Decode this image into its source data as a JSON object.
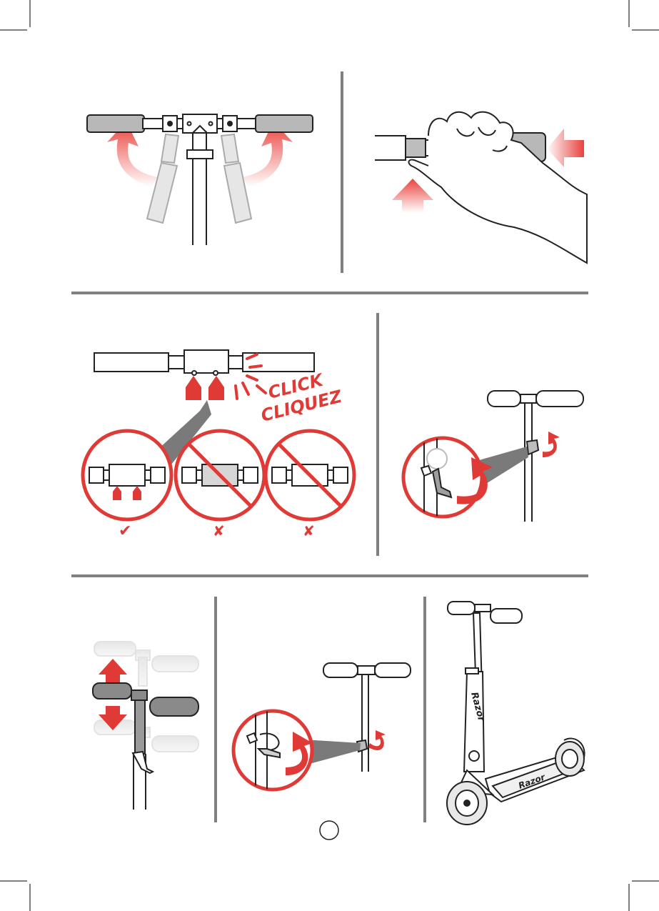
{
  "labels": {
    "click": "CLICK",
    "cliquez": "CLIQUEZ",
    "check_mark": "✔",
    "cross_mark_1": "✘",
    "cross_mark_2": "✘"
  },
  "scooter_brand_stem": "Razor",
  "scooter_brand_deck": "Razor",
  "colors": {
    "accent_red": "#e03a36",
    "divider_gray": "#808080",
    "grip_gray": "#cfcfcf"
  }
}
